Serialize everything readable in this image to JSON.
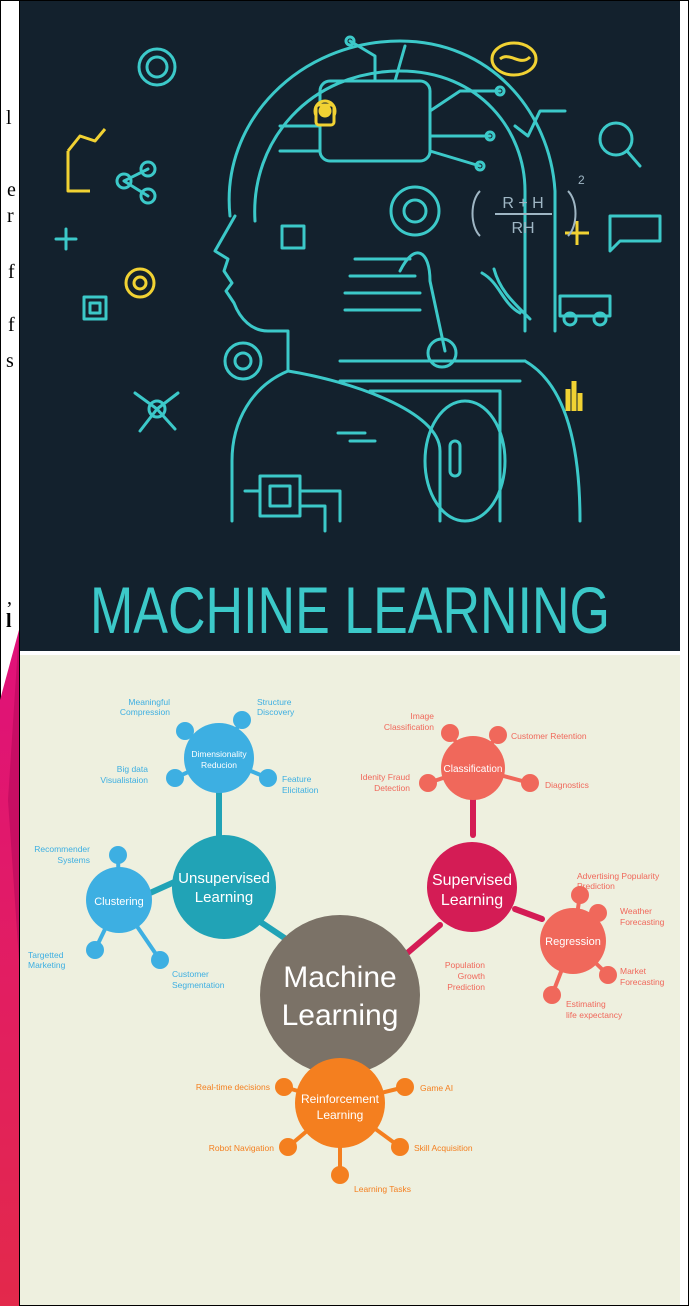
{
  "left_fragments": [
    "l",
    "e",
    "r",
    "f",
    "f",
    "s",
    ",",
    "l"
  ],
  "ml_poster": {
    "title": "MACHINE LEARNING",
    "formula_numerator": "R + H",
    "formula_denominator": "RH",
    "formula_exponent": "2",
    "colors": {
      "bg": "#13212d",
      "line": "#3cc9c9",
      "accent": "#f1d233"
    }
  },
  "mindmap": {
    "center": "Machine Learning",
    "unsupervised": {
      "label": "Unsupervised Learning",
      "dimensionality": {
        "label": "Dimensionality Reducion",
        "leaves": [
          "Meaningful Compression",
          "Structure Discovery",
          "Big data Visualistaion",
          "Feature Elicitation"
        ]
      },
      "clustering": {
        "label": "Clustering",
        "leaves": [
          "Recommender Systems",
          "Targetted Marketing",
          "Customer Segmentation"
        ]
      }
    },
    "supervised": {
      "label": "Supervised Learning",
      "classification": {
        "label": "Classification",
        "leaves": [
          "Image Classification",
          "Customer Retention",
          "Idenity Fraud Detection",
          "Diagnostics"
        ]
      },
      "regression": {
        "label": "Regression",
        "leaves": [
          "Advertising Popularity Prediction",
          "Weather Forecasting",
          "Population Growth Prediction",
          "Market Forecasting",
          "Estimating life expectancy"
        ]
      }
    },
    "reinforcement": {
      "label": "Reinforcement Learning",
      "leaves": [
        "Real-time decisions",
        "Game AI",
        "Robot Navigation",
        "Skill Acquisition",
        "Learning Tasks"
      ]
    },
    "colors": {
      "bg": "#eef0df",
      "center": "#7b7267",
      "unsup": "#21a3b6",
      "sub_unsup": "#3dafe2",
      "sup": "#d41c55",
      "sub_sup": "#f0685b",
      "rein": "#f47f1f",
      "text": "#ffffff"
    }
  }
}
